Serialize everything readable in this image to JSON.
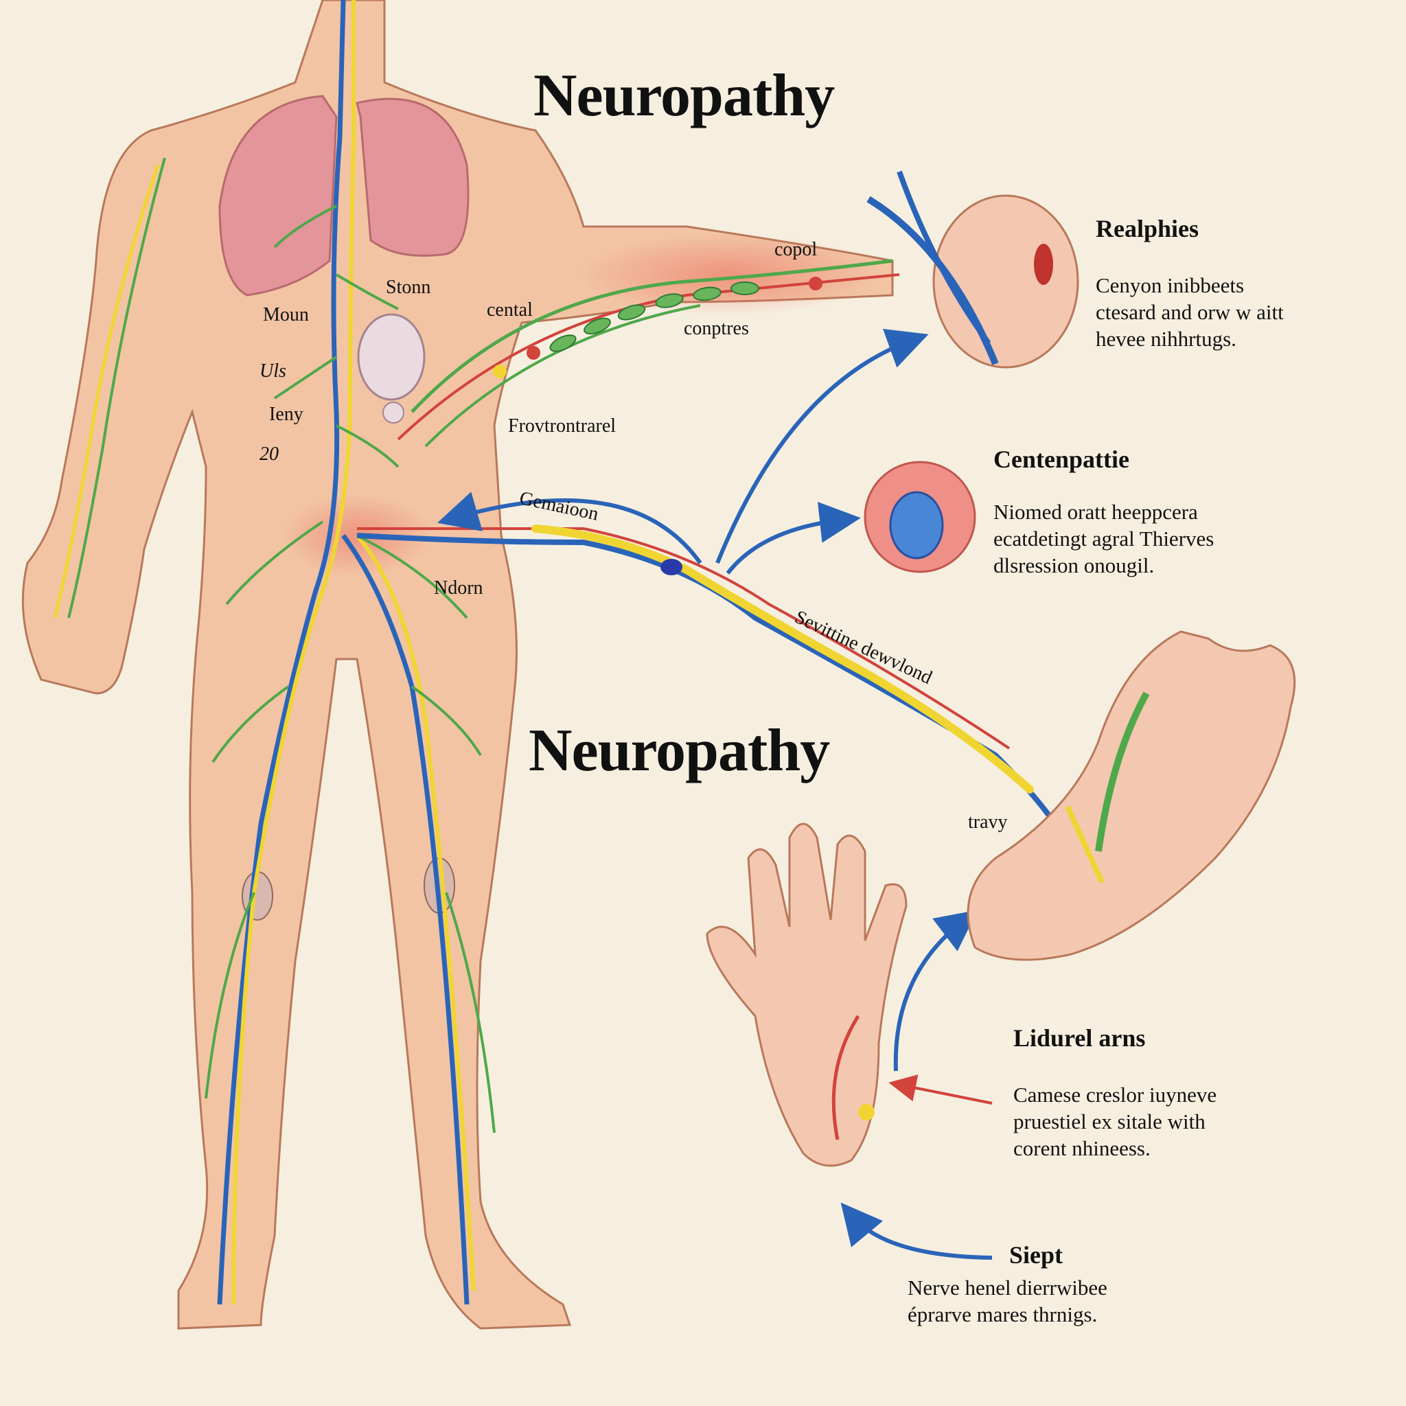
{
  "titles": {
    "top": "Neuropathy",
    "middle": "Neuropathy"
  },
  "panels": [
    {
      "heading": "Realphies",
      "lines": [
        "Cenyon inibbeets",
        "ctesard and orw w aitt",
        "hevee nihhrtugs."
      ]
    },
    {
      "heading": "Centenpattie",
      "lines": [
        "Niomed oratt heeppcera",
        "ecatdetingt agral Thierves",
        "dlsression onougil."
      ]
    },
    {
      "heading": "Lidurel arns",
      "lines": [
        "Camese creslor iuyneve",
        "pruestiel ex sitale with",
        "corent nhineess."
      ]
    },
    {
      "heading": "Siept",
      "lines": [
        "Nerve henel dierrwibee",
        "éprarve mares thrnigs."
      ]
    }
  ],
  "labels": {
    "copol": "copol",
    "stonn": "Stonn",
    "moun": "Moun",
    "cental": "cental",
    "conptres": "conptres",
    "uls": "Uls",
    "ieny": "Ieny",
    "twenty": "20",
    "frovtrontrarel": "Frovtrontrarel",
    "gemaioon": "Gemaioon",
    "ndorn": "Ndorn",
    "sevittine": "Sevittine dewvlond",
    "travy": "travy"
  },
  "colors": {
    "background": "#f6efe0",
    "skin": "#f2c4a4",
    "skin_outline": "#b9785a",
    "nerve_blue": "#2a64b8",
    "nerve_yellow": "#f0d532",
    "nerve_green": "#4fa84a",
    "nerve_red": "#d2433c",
    "lung": "#e3959a"
  }
}
